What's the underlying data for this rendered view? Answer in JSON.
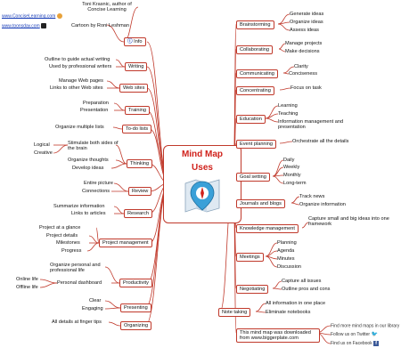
{
  "center": {
    "title_line1": "Mind Map",
    "title_line2": "Uses"
  },
  "colors": {
    "line": "#c0392b",
    "title": "#d0221c",
    "link": "#1a3fb8"
  },
  "left": {
    "info": {
      "label": "Info",
      "icon": "info-icon",
      "author1": "Toni Krasnic, author of Concise Learning",
      "link1": "www.ConciseLearning.com",
      "author2": "Cartoon by Roni Leshman",
      "link2": "www.toonsday.com"
    },
    "writing": {
      "label": "Writing",
      "items": [
        "Outline to guide actual writing",
        "Used by professional writers"
      ]
    },
    "websites": {
      "label": "Web sites",
      "items": [
        "Manage Web pages",
        "Links to other Web sites"
      ]
    },
    "training": {
      "label": "Training",
      "items": [
        "Preparation",
        "Presentation"
      ]
    },
    "todo": {
      "label": "To-do lists",
      "items": [
        "Organize multiple lists"
      ]
    },
    "thinking": {
      "label": "Thinking",
      "items": [
        "Stimulate both sides of the brain",
        "Organize thoughts",
        "Develop ideas"
      ],
      "sub": [
        "Logical",
        "Creative"
      ]
    },
    "review": {
      "label": "Review",
      "items": [
        "Entire picture",
        "Connections"
      ]
    },
    "research": {
      "label": "Research",
      "items": [
        "Summarize information",
        "Links to articles"
      ]
    },
    "project": {
      "label": "Project management",
      "items": [
        "Project at a glance",
        "Project details",
        "Milestones",
        "Progress"
      ]
    },
    "productivity": {
      "label": "Productivity",
      "items": [
        "Organize personal and professional life",
        "Personal dashboard"
      ],
      "sub": [
        "Online life",
        "Offline life"
      ]
    },
    "presenting": {
      "label": "Presenting",
      "items": [
        "Clear",
        "Engaging"
      ]
    },
    "organizing": {
      "label": "Organizing",
      "items": [
        "All details at finger tips"
      ]
    }
  },
  "right": {
    "brainstorming": {
      "label": "Brainstorming",
      "items": [
        "Generate ideas",
        "Organize ideas",
        "Assess ideas"
      ]
    },
    "collaborating": {
      "label": "Collaborating",
      "items": [
        "Manage projects",
        "Make decisions"
      ]
    },
    "communicating": {
      "label": "Communicating",
      "items": [
        "Clarity",
        "Conciseness"
      ]
    },
    "concentrating": {
      "label": "Concentrating",
      "items": [
        "Focus on task"
      ]
    },
    "education": {
      "label": "Education",
      "items": [
        "Learning",
        "Teaching",
        "Information management and presentation"
      ]
    },
    "events": {
      "label": "Event planning",
      "items": [
        "Orchestrate all the details"
      ]
    },
    "goals": {
      "label": "Goal setting",
      "items": [
        "Daily",
        "Weekly",
        "Monthly",
        "Long-term"
      ]
    },
    "journals": {
      "label": "Journals and blogs",
      "items": [
        "Track news",
        "Organize information"
      ]
    },
    "knowledge": {
      "label": "Knowledge management",
      "items": [
        "Capture small and big ideas into one framework"
      ]
    },
    "meetings": {
      "label": "Meetings",
      "items": [
        "Planning",
        "Agenda",
        "Minutes",
        "Discussion"
      ]
    },
    "negotiating": {
      "label": "Negotiating",
      "items": [
        "Capture all issues",
        "Outline pros and cons"
      ]
    },
    "notes": {
      "label": "Note taking",
      "items": [
        "All information in one place",
        "Eliminate notebooks"
      ]
    },
    "download": {
      "label": "This mind map was downloaded from www.biggerplate.com",
      "links": [
        "Find more mind maps in our library",
        "Follow us on Twitter",
        "Find us on Facebook"
      ]
    }
  }
}
